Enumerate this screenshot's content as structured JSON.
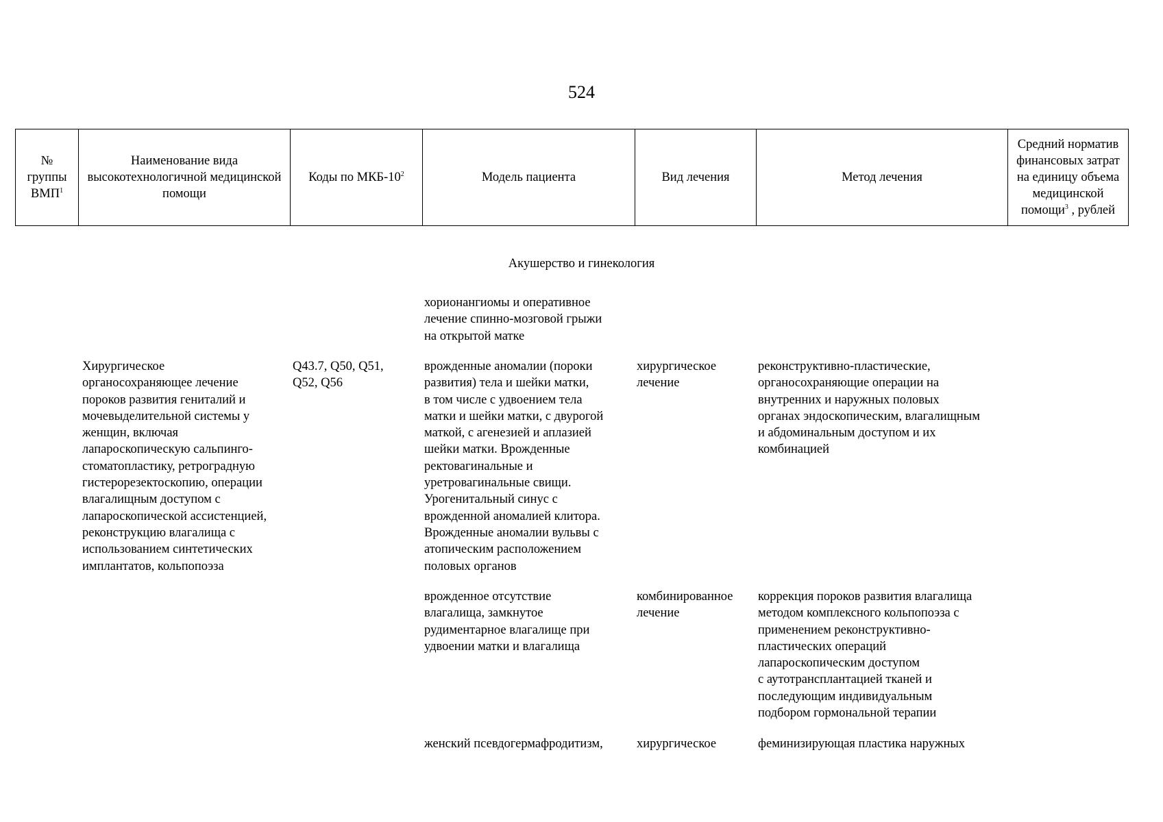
{
  "page_number": "524",
  "header": {
    "col_group_line1": "№",
    "col_group_line2": "группы",
    "col_group_line3": "ВМП",
    "col_group_sup": "1",
    "col_name": "Наименование вида высокотехнологичной медицинской помощи",
    "col_codes": "Коды по МКБ-10",
    "col_codes_sup": "2",
    "col_model": "Модель пациента",
    "col_type": "Вид лечения",
    "col_method": "Метод лечения",
    "col_cost_main": "Средний норматив финансовых затрат на единицу объема медицинской помощи",
    "col_cost_sup": "3",
    "col_cost_tail": ", рублей"
  },
  "section_title": "Акушерство и гинекология",
  "rows": [
    {
      "model": [
        "хорионангиомы и оперативное",
        "лечение спинно-мозговой грыжи",
        "на открытой матке"
      ]
    },
    {
      "name": [
        "Хирургическое",
        "органосохраняющее лечение",
        "пороков развития гениталий и",
        "мочевыделительной системы у",
        "женщин, включая",
        "лапароскопическую сальпинго-",
        "стоматопластику, ретроградную",
        "гистерорезектоскопию, операции",
        "влагалищным доступом с",
        "лапароскопической ассистенцией,",
        "реконструкцию влагалища с",
        "использованием синтетических",
        "имплантатов, кольпопоэза"
      ],
      "codes": [
        "Q43.7, Q50, Q51,",
        "Q52, Q56"
      ],
      "model": [
        "врожденные аномалии (пороки",
        "развития) тела и шейки матки,",
        "в том числе с удвоением тела",
        "матки и шейки матки, с двурогой",
        "маткой, с агенезией и аплазией",
        "шейки матки. Врожденные",
        "ректовагинальные и",
        "уретровагинальные свищи.",
        "Урогенитальный синус с",
        "врожденной аномалией клитора.",
        "Врожденные аномалии вульвы с",
        "атопическим расположением",
        "половых органов"
      ],
      "type": [
        "хирургическое",
        "лечение"
      ],
      "method": [
        "реконструктивно-пластические,",
        "органосохраняющие операции на",
        "внутренних и наружных половых",
        "органах эндоскопическим, влагалищным",
        "и абдоминальным доступом и их",
        "комбинацией"
      ]
    },
    {
      "model": [
        "врожденное отсутствие",
        "влагалища, замкнутое",
        "рудиментарное влагалище при",
        "удвоении матки и влагалища"
      ],
      "type": [
        "комбинированное",
        "лечение"
      ],
      "method": [
        "коррекция пороков развития влагалища",
        "методом комплексного кольпопоэза с",
        "применением реконструктивно-",
        "пластических операций",
        "лапароскопическим доступом",
        "с аутотрансплантацией тканей и",
        "последующим индивидуальным",
        "подбором гормональной терапии"
      ]
    },
    {
      "model": [
        "женский псевдогермафродитизм,"
      ],
      "type": [
        "хирургическое"
      ],
      "method": [
        "феминизирующая пластика наружных"
      ]
    }
  ]
}
